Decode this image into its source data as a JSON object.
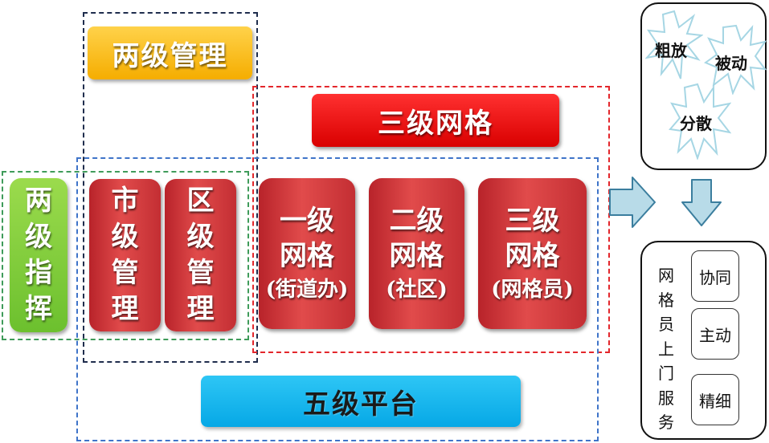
{
  "two_level_management": {
    "label": "两级管理"
  },
  "three_level_grid": {
    "label": "三级网格"
  },
  "five_level_platform": {
    "label": "五级平台"
  },
  "two_level_command": {
    "chars": [
      "两",
      "级",
      "指",
      "挥"
    ]
  },
  "city_management": {
    "chars": [
      "市",
      "级",
      "管",
      "理"
    ]
  },
  "district_management": {
    "chars": [
      "区",
      "级",
      "管",
      "理"
    ]
  },
  "grids": [
    {
      "line1": "一级",
      "line2": "网格",
      "line3": "(街道办)"
    },
    {
      "line1": "二级",
      "line2": "网格",
      "line3": "(社区)"
    },
    {
      "line1": "三级",
      "line2": "网格",
      "line3": "(网格员)"
    }
  ],
  "old_mode": {
    "items": [
      "粗放",
      "被动",
      "分散"
    ]
  },
  "new_mode": {
    "vertical_label": [
      "网",
      "格",
      "员",
      "上",
      "门",
      "服",
      "务"
    ],
    "items": [
      "协同",
      "主动",
      "精细"
    ]
  },
  "colors": {
    "orange": "#f5ad00",
    "red": "#d90000",
    "blue": "#06a8e6",
    "green": "#6cc02e",
    "grid_red": "#c32e33",
    "arrow_fill": "#b8dbe8",
    "arrow_stroke": "#3b7e9e",
    "burst_stroke": "#a6d6e4"
  },
  "icons": [
    "right-arrow-icon",
    "down-arrow-icon",
    "starburst-icon"
  ]
}
